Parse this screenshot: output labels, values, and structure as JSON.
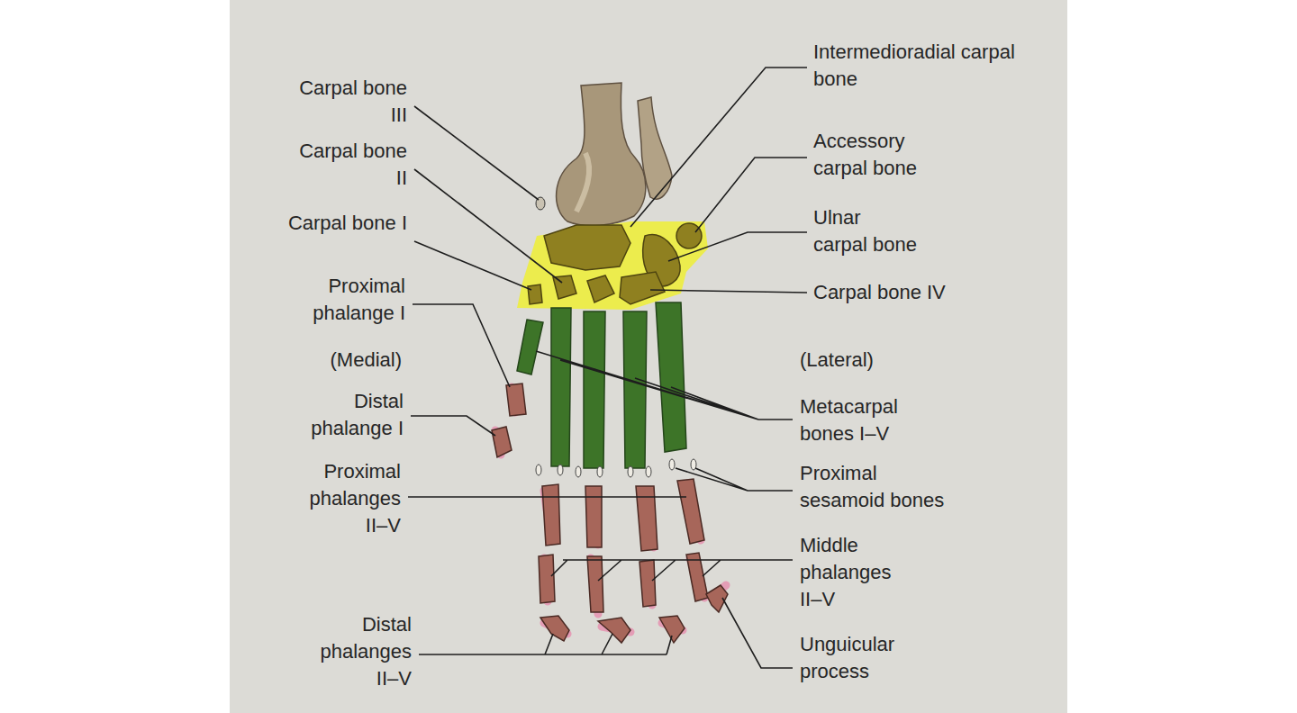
{
  "diagram": {
    "labels": [
      "Intermedioradial carpal bone",
      "Carpal bone III",
      "Accessory carpal bone",
      "Carpal bone II",
      "Ulnar carpal bone",
      "Carpal bone I",
      "Proximal phalange I",
      "Carpal bone IV",
      "(Medial)",
      "(Lateral)",
      "Distal phalange I",
      "Metacarpal bones I–V",
      "Proximal phalanges II–V",
      "Proximal sesamoid bones",
      "Middle phalanges II–V",
      "Distal phalanges II–V",
      "Unguicular process"
    ]
  }
}
